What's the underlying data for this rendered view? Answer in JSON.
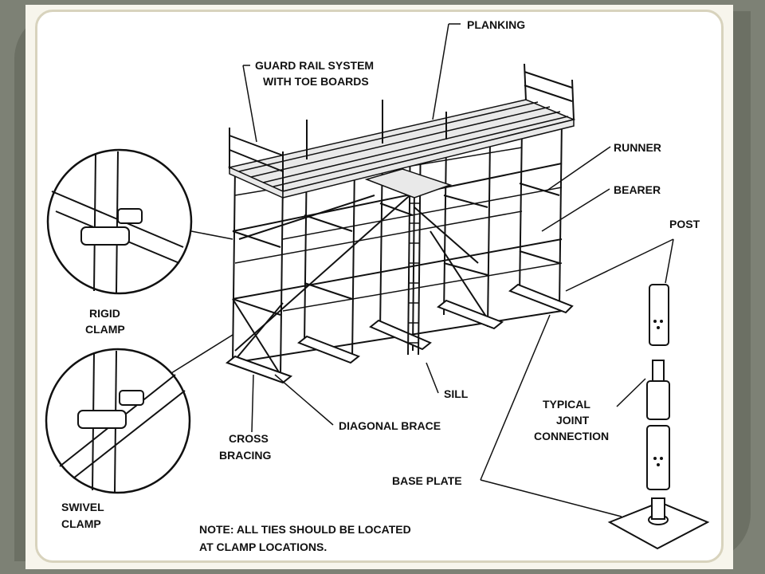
{
  "labels": {
    "planking": "PLANKING",
    "guard_rail_line1": "GUARD RAIL SYSTEM",
    "guard_rail_line2": "WITH TOE BOARDS",
    "runner": "RUNNER",
    "bearer": "BEARER",
    "post": "POST",
    "rigid_clamp_line1": "RIGID",
    "rigid_clamp_line2": "CLAMP",
    "swivel_clamp_line1": "SWIVEL",
    "swivel_clamp_line2": "CLAMP",
    "sill": "SILL",
    "typical_joint_line1": "TYPICAL",
    "typical_joint_line2": "JOINT",
    "typical_joint_line3": "CONNECTION",
    "diagonal_brace": "DIAGONAL BRACE",
    "cross_bracing_line1": "CROSS",
    "cross_bracing_line2": "BRACING",
    "base_plate": "BASE PLATE"
  },
  "note": {
    "line1": "NOTE:  ALL TIES SHOULD BE LOCATED",
    "line2": "AT CLAMP LOCATIONS."
  }
}
